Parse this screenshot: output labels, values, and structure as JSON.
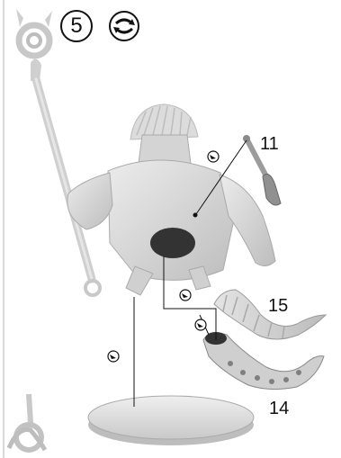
{
  "step": {
    "number": "5"
  },
  "icons": {
    "rotate": "rotate-view-icon",
    "glue": "glue-drop-icon"
  },
  "parts": [
    {
      "id": "part-11",
      "label": "11"
    },
    {
      "id": "part-15",
      "label": "15"
    },
    {
      "id": "part-14",
      "label": "14"
    }
  ],
  "colors": {
    "miniature": "#d9d9d9",
    "shadow": "#9a9a9a",
    "peg_hole": "#333333",
    "line": "#111111"
  }
}
